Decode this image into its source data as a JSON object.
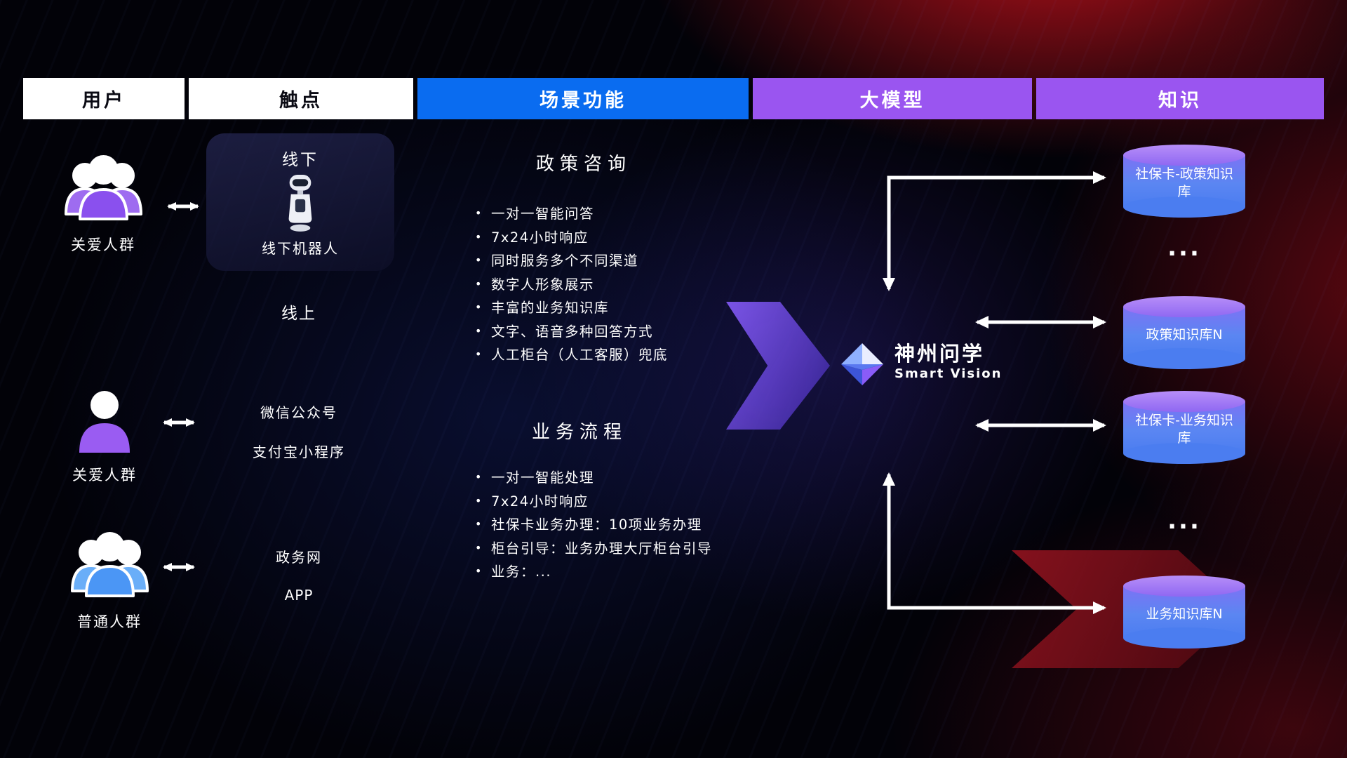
{
  "header": {
    "columns": [
      {
        "label": "用户"
      },
      {
        "label": "触点"
      },
      {
        "label": "场景功能"
      },
      {
        "label": "大模型"
      },
      {
        "label": "知识"
      }
    ]
  },
  "users": [
    {
      "label": "关爱人群",
      "icon": "people-group-purple-icon"
    },
    {
      "label": "关爱人群",
      "icon": "person-purple-icon"
    },
    {
      "label": "普通人群",
      "icon": "people-group-blue-icon"
    }
  ],
  "touchpoints": {
    "offline_title": "线下",
    "offline_robot": "线下机器人",
    "online_title": "线上",
    "online_items": [
      "微信公众号",
      "支付宝小程序"
    ],
    "gov_items": [
      "政务网",
      "APP"
    ]
  },
  "scenes": [
    {
      "title": "政策咨询",
      "items": [
        "一对一智能问答",
        "7x24小时响应",
        "同时服务多个不同渠道",
        "数字人形象展示",
        "丰富的业务知识库",
        "文字、语音多种回答方式",
        "人工柜台（人工客服）兜底"
      ]
    },
    {
      "title": "业务流程",
      "items": [
        "一对一智能处理",
        "7x24小时响应",
        "社保卡业务办理：10项业务办理",
        "柜台引导：业务办理大厅柜台引导",
        "业务：..."
      ]
    }
  ],
  "model": {
    "name": "神州问学",
    "subtitle": "Smart Vision"
  },
  "knowledge": {
    "items": [
      "社保卡-政策知识库",
      "...",
      "政策知识库N",
      "社保卡-业务知识库",
      "...",
      "业务知识库N"
    ]
  },
  "colors": {
    "scene_header_bg": "#0a6cf0",
    "model_header_bg": "#9a55f0",
    "knowledge_header_bg": "#9a55f0",
    "cylinder_top": "#a87ef6",
    "cylinder_body": "#4b7df0",
    "connector_arrow": "#ffffff",
    "big_arrow": "#6a46d8"
  }
}
